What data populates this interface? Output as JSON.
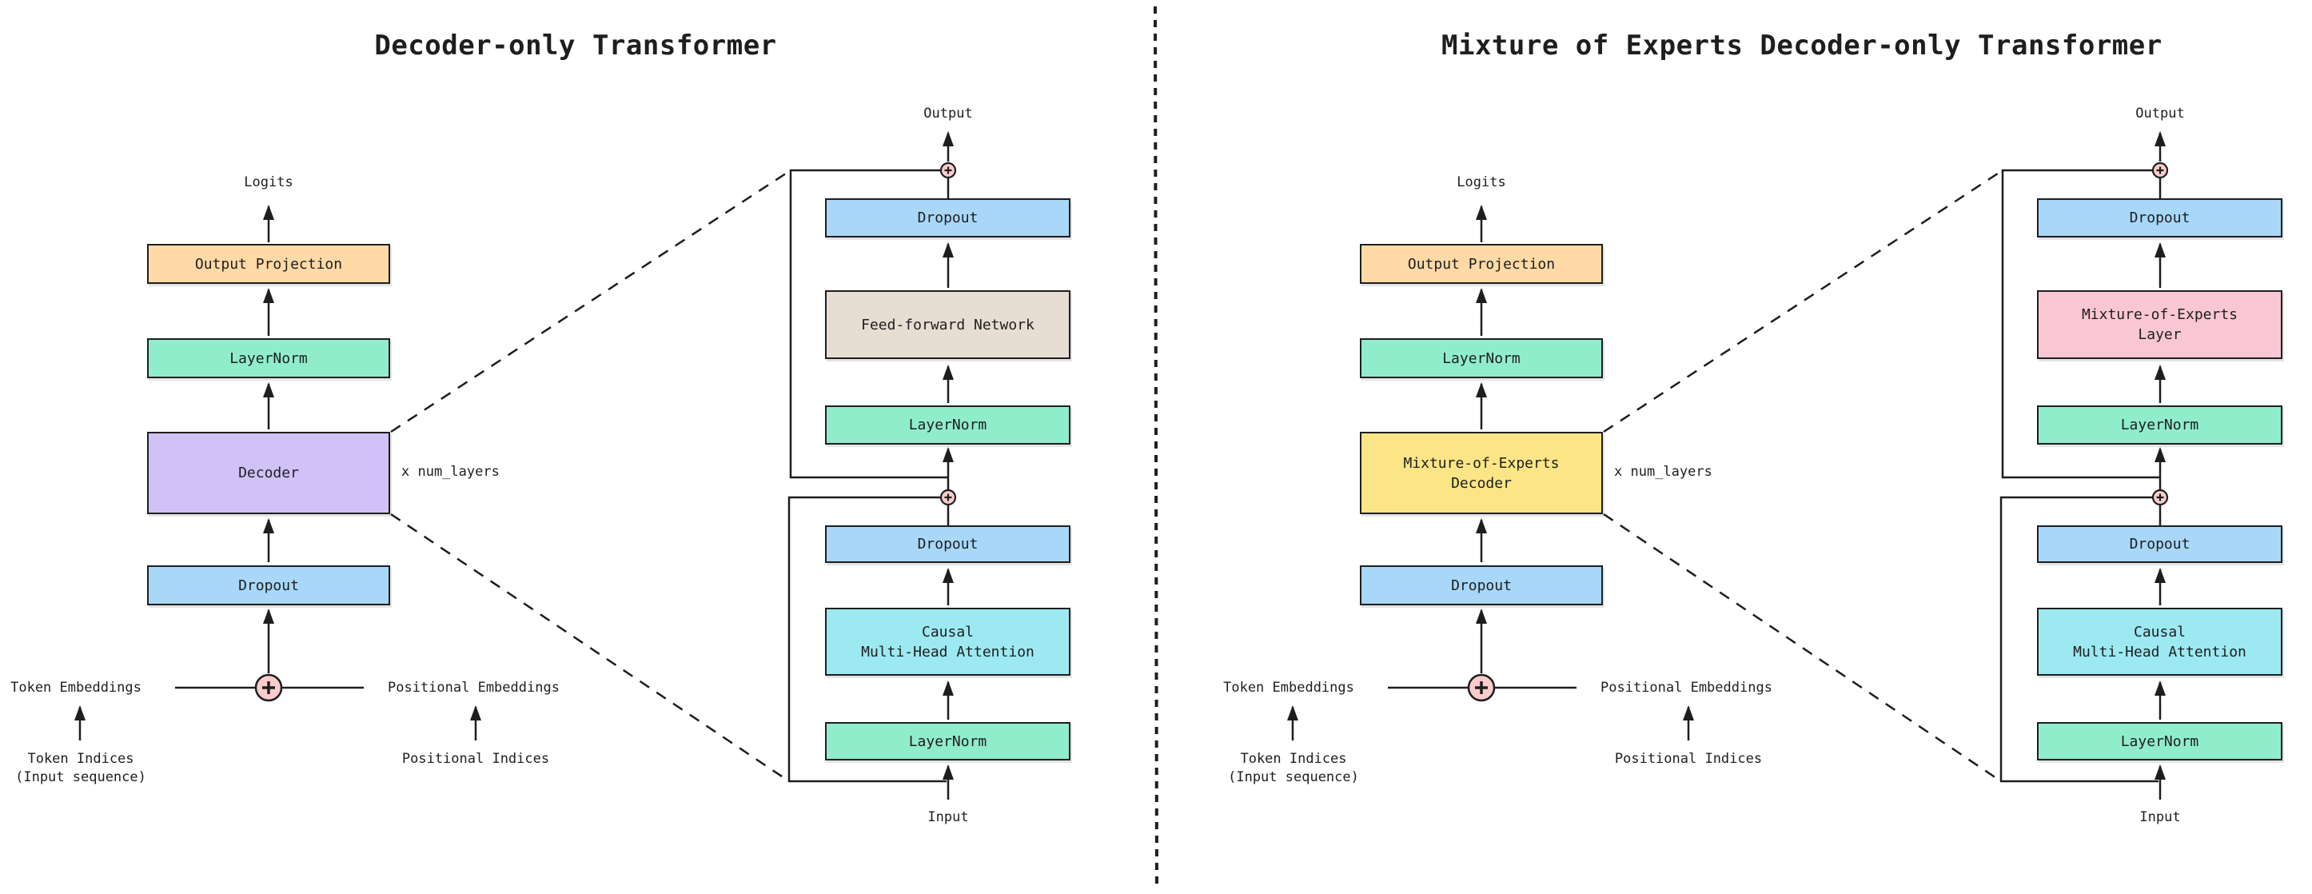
{
  "colors": {
    "ink": "#1e1e1e",
    "orange": "#ffd9a6",
    "mint": "#90edcc",
    "purple": "#d0c2f7",
    "blue": "#a8d7f8",
    "cyan": "#9ce9f2",
    "beige": "#e8ddd3",
    "yellow": "#fbe586",
    "pink": "#f9c7d4",
    "plus_fill": "#fbcccb"
  },
  "left": {
    "title": "Decoder-only Transformer",
    "main": {
      "logits": "Logits",
      "output_projection": "Output Projection",
      "layernorm": "LayerNorm",
      "decoder": "Decoder",
      "num_layers": "x num_layers",
      "dropout": "Dropout",
      "token_embeddings": "Token Embeddings",
      "positional_embeddings": "Positional Embeddings",
      "token_indices_1": "Token Indices",
      "token_indices_2": "(Input sequence)",
      "positional_indices": "Positional Indices"
    },
    "detail": {
      "output": "Output",
      "dropout_upper": "Dropout",
      "ffn": "Feed-forward Network",
      "layernorm_upper": "LayerNorm",
      "dropout_lower": "Dropout",
      "attention_1": "Causal",
      "attention_2": "Multi-Head Attention",
      "layernorm_lower": "LayerNorm",
      "input": "Input"
    }
  },
  "right": {
    "title": "Mixture of Experts Decoder-only Transformer",
    "main": {
      "logits": "Logits",
      "output_projection": "Output Projection",
      "layernorm": "LayerNorm",
      "decoder_1": "Mixture-of-Experts",
      "decoder_2": "Decoder",
      "num_layers": "x num_layers",
      "dropout": "Dropout",
      "token_embeddings": "Token Embeddings",
      "positional_embeddings": "Positional Embeddings",
      "token_indices_1": "Token Indices",
      "token_indices_2": "(Input sequence)",
      "positional_indices": "Positional Indices"
    },
    "detail": {
      "output": "Output",
      "dropout_upper": "Dropout",
      "moe_layer_1": "Mixture-of-Experts",
      "moe_layer_2": "Layer",
      "layernorm_upper": "LayerNorm",
      "dropout_lower": "Dropout",
      "attention_1": "Causal",
      "attention_2": "Multi-Head Attention",
      "layernorm_lower": "LayerNorm",
      "input": "Input"
    }
  }
}
